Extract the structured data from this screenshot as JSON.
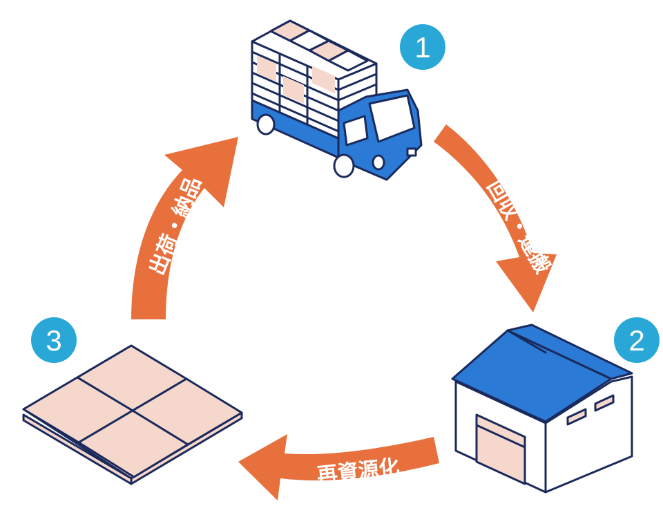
{
  "steps": [
    {
      "number": "1",
      "label": "回収・運搬"
    },
    {
      "number": "2",
      "label": "再資源化"
    },
    {
      "number": "3",
      "label": "出荷・納品"
    }
  ],
  "colors": {
    "arrow": "#e8703c",
    "badge": "#29a8d8",
    "blue": "#2a7ad6",
    "pink": "#f6d7cc",
    "ink": "#1a2a5c"
  },
  "icons": [
    "truck-icon",
    "factory-icon",
    "tile-carpet-icon"
  ]
}
